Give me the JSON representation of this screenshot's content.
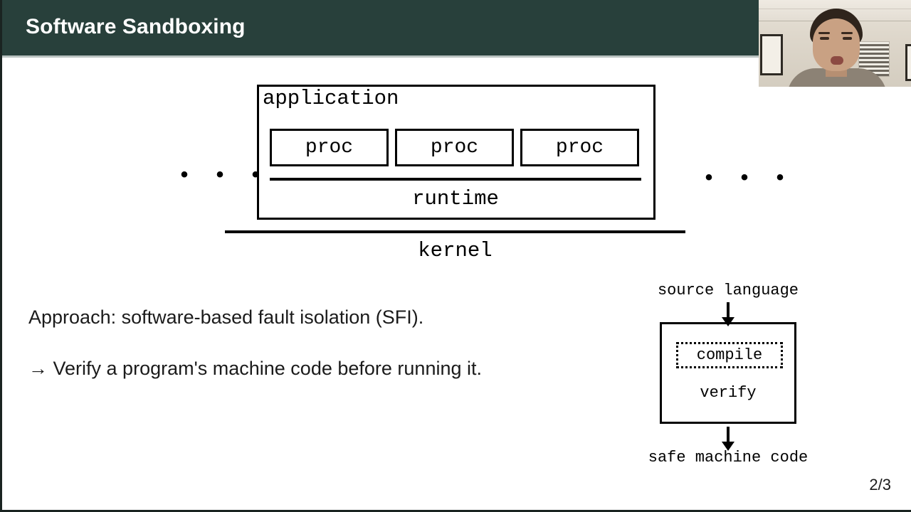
{
  "slide": {
    "title": "Software Sandboxing",
    "page_number": "2/3",
    "header_color": "#28403b",
    "header_text_color": "#ffffff",
    "background_color": "#ffffff",
    "text_color": "#1b1b1b"
  },
  "stack_diagram": {
    "application_label": "application",
    "proc_labels": [
      "proc",
      "proc",
      "proc"
    ],
    "runtime_label": "runtime",
    "kernel_label": "kernel",
    "ellipsis_left": "• • •",
    "ellipsis_right": "• • •"
  },
  "body": {
    "line1": "Approach: software-based fault isolation (SFI).",
    "line2_arrow": "→",
    "line2": "Verify a program's machine code before running it."
  },
  "pipeline_diagram": {
    "input_label": "source language",
    "compile_label": "compile",
    "verify_label": "verify",
    "output_label": "safe machine code"
  },
  "webcam": {
    "present": true,
    "description": "presenter webcam overlay"
  }
}
